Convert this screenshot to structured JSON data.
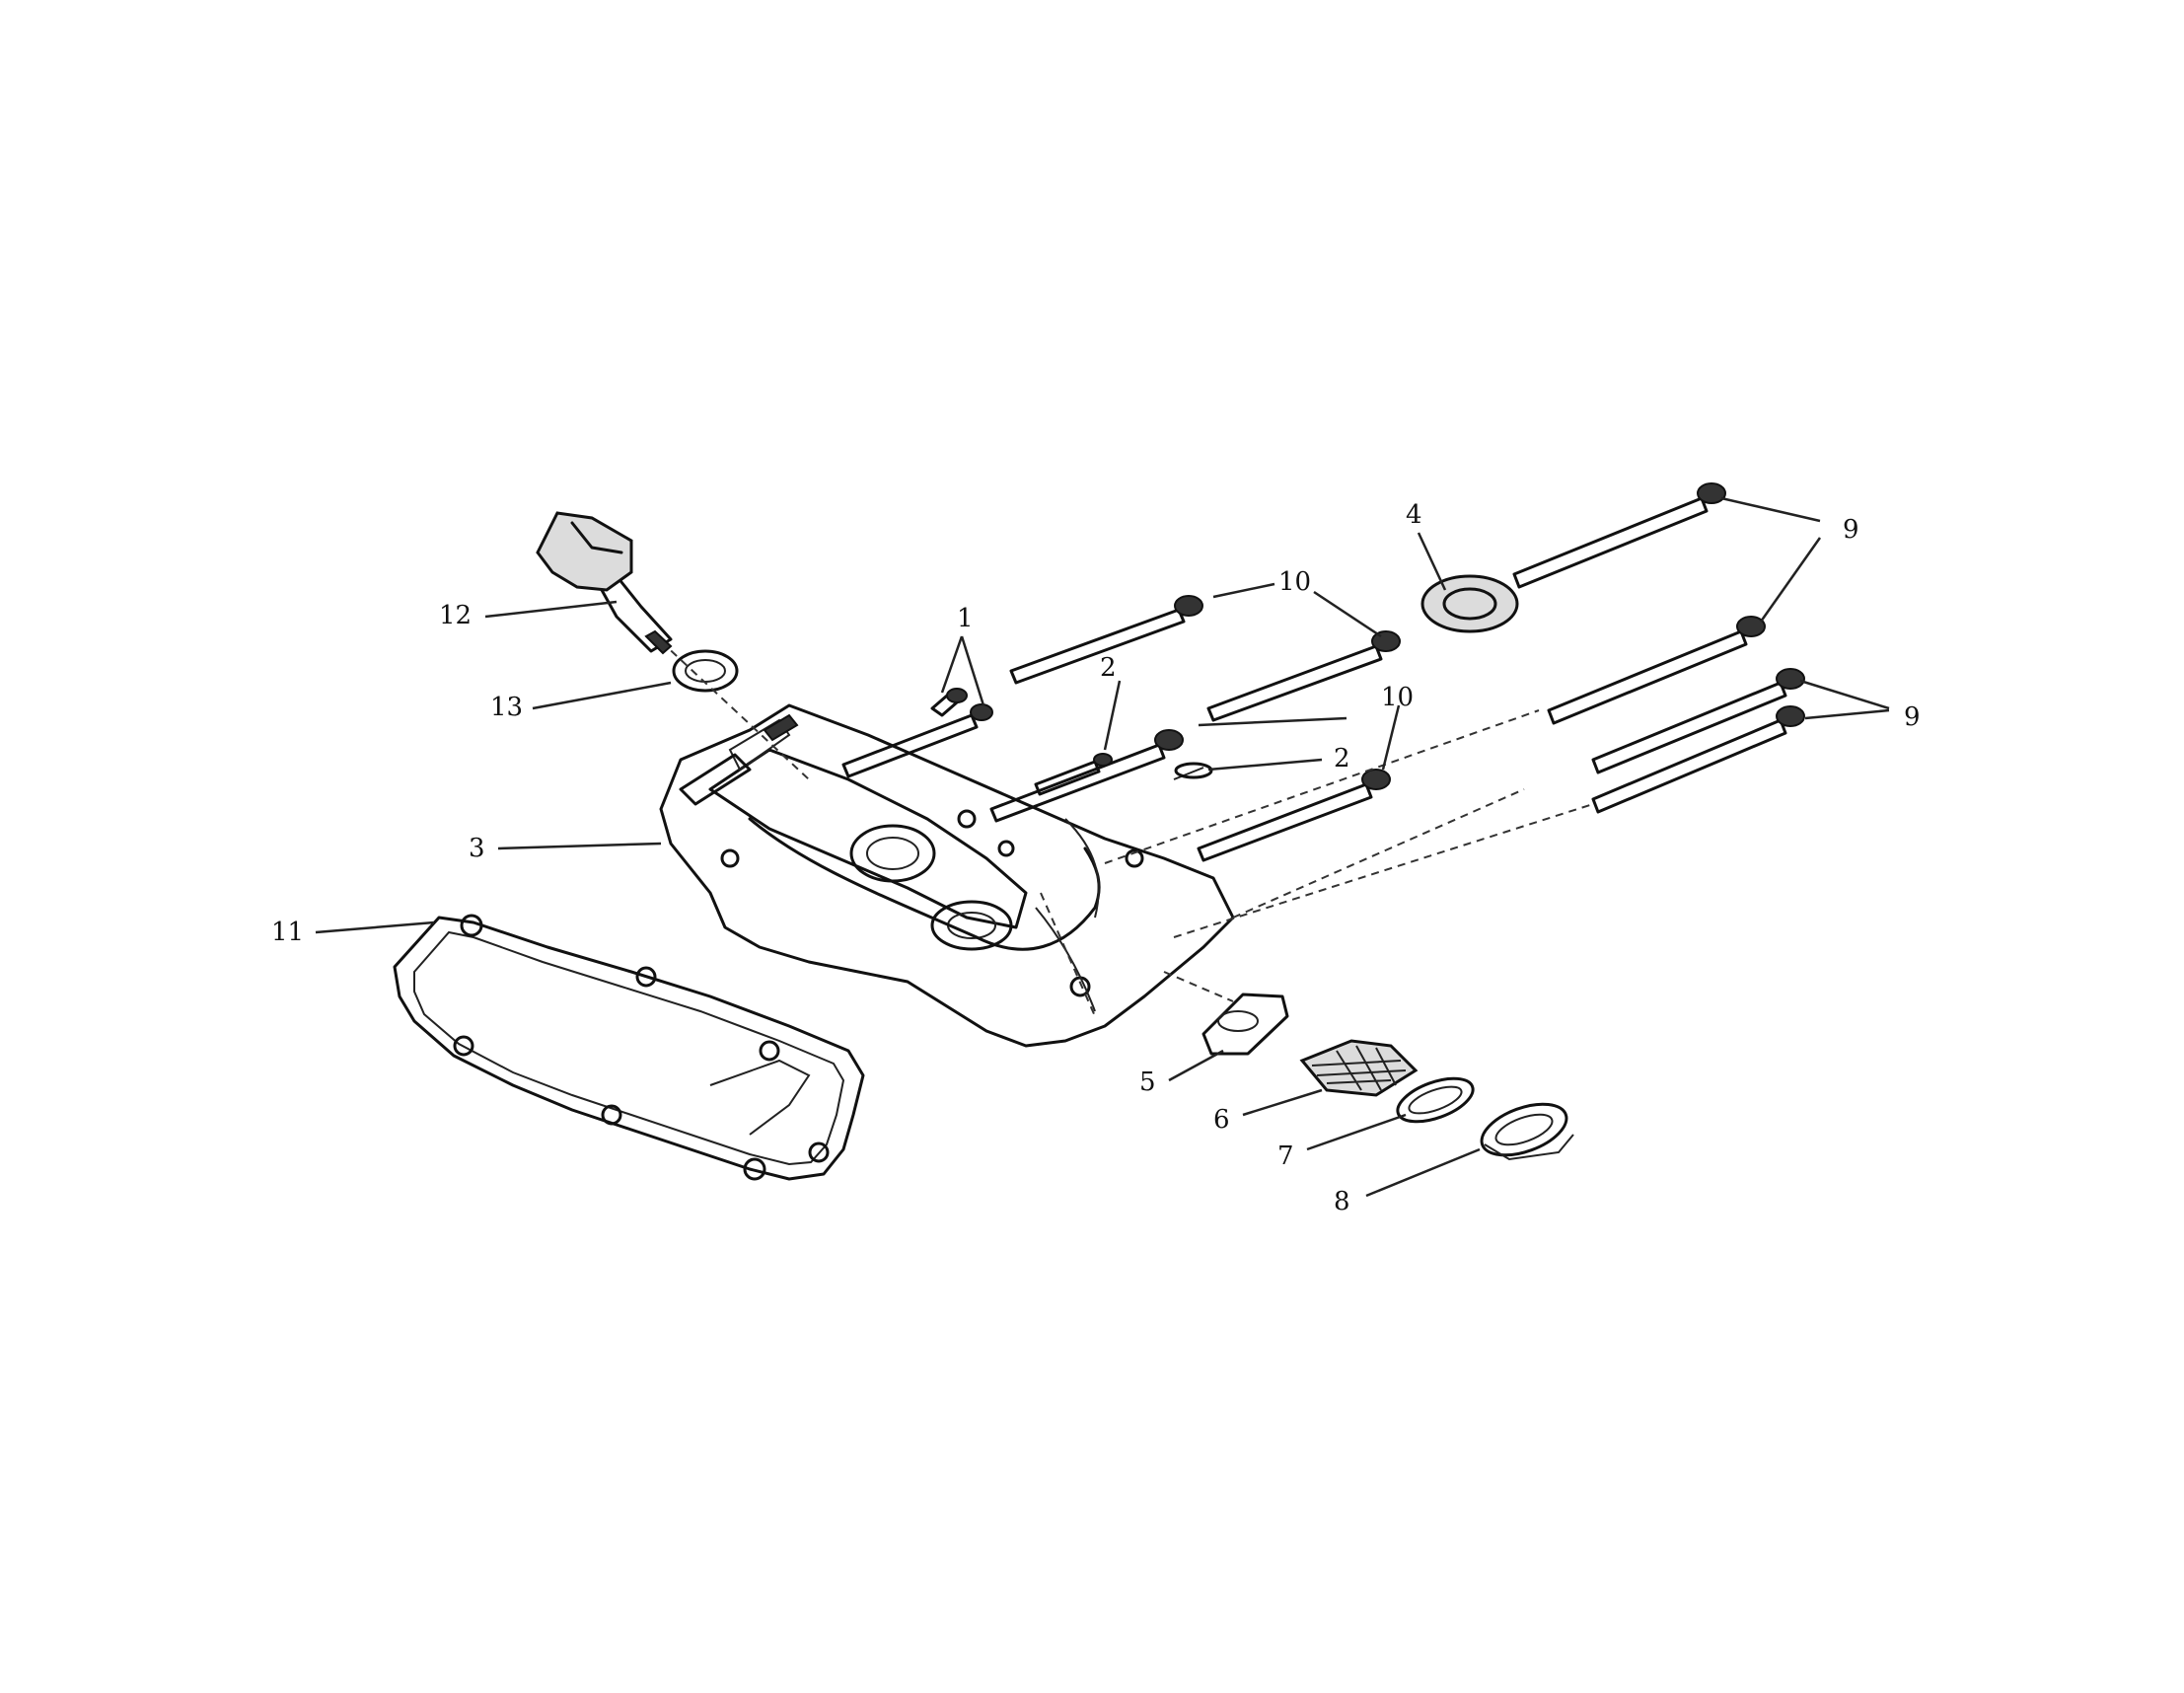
{
  "diagram": {
    "callouts": {
      "c1": "1",
      "c2a": "2",
      "c2b": "2",
      "c3": "3",
      "c4": "4",
      "c5": "5",
      "c6": "6",
      "c7": "7",
      "c8": "8",
      "c9a": "9",
      "c9b": "9",
      "c10a": "10",
      "c10b": "10",
      "c11": "11",
      "c12": "12",
      "c13": "13"
    }
  }
}
